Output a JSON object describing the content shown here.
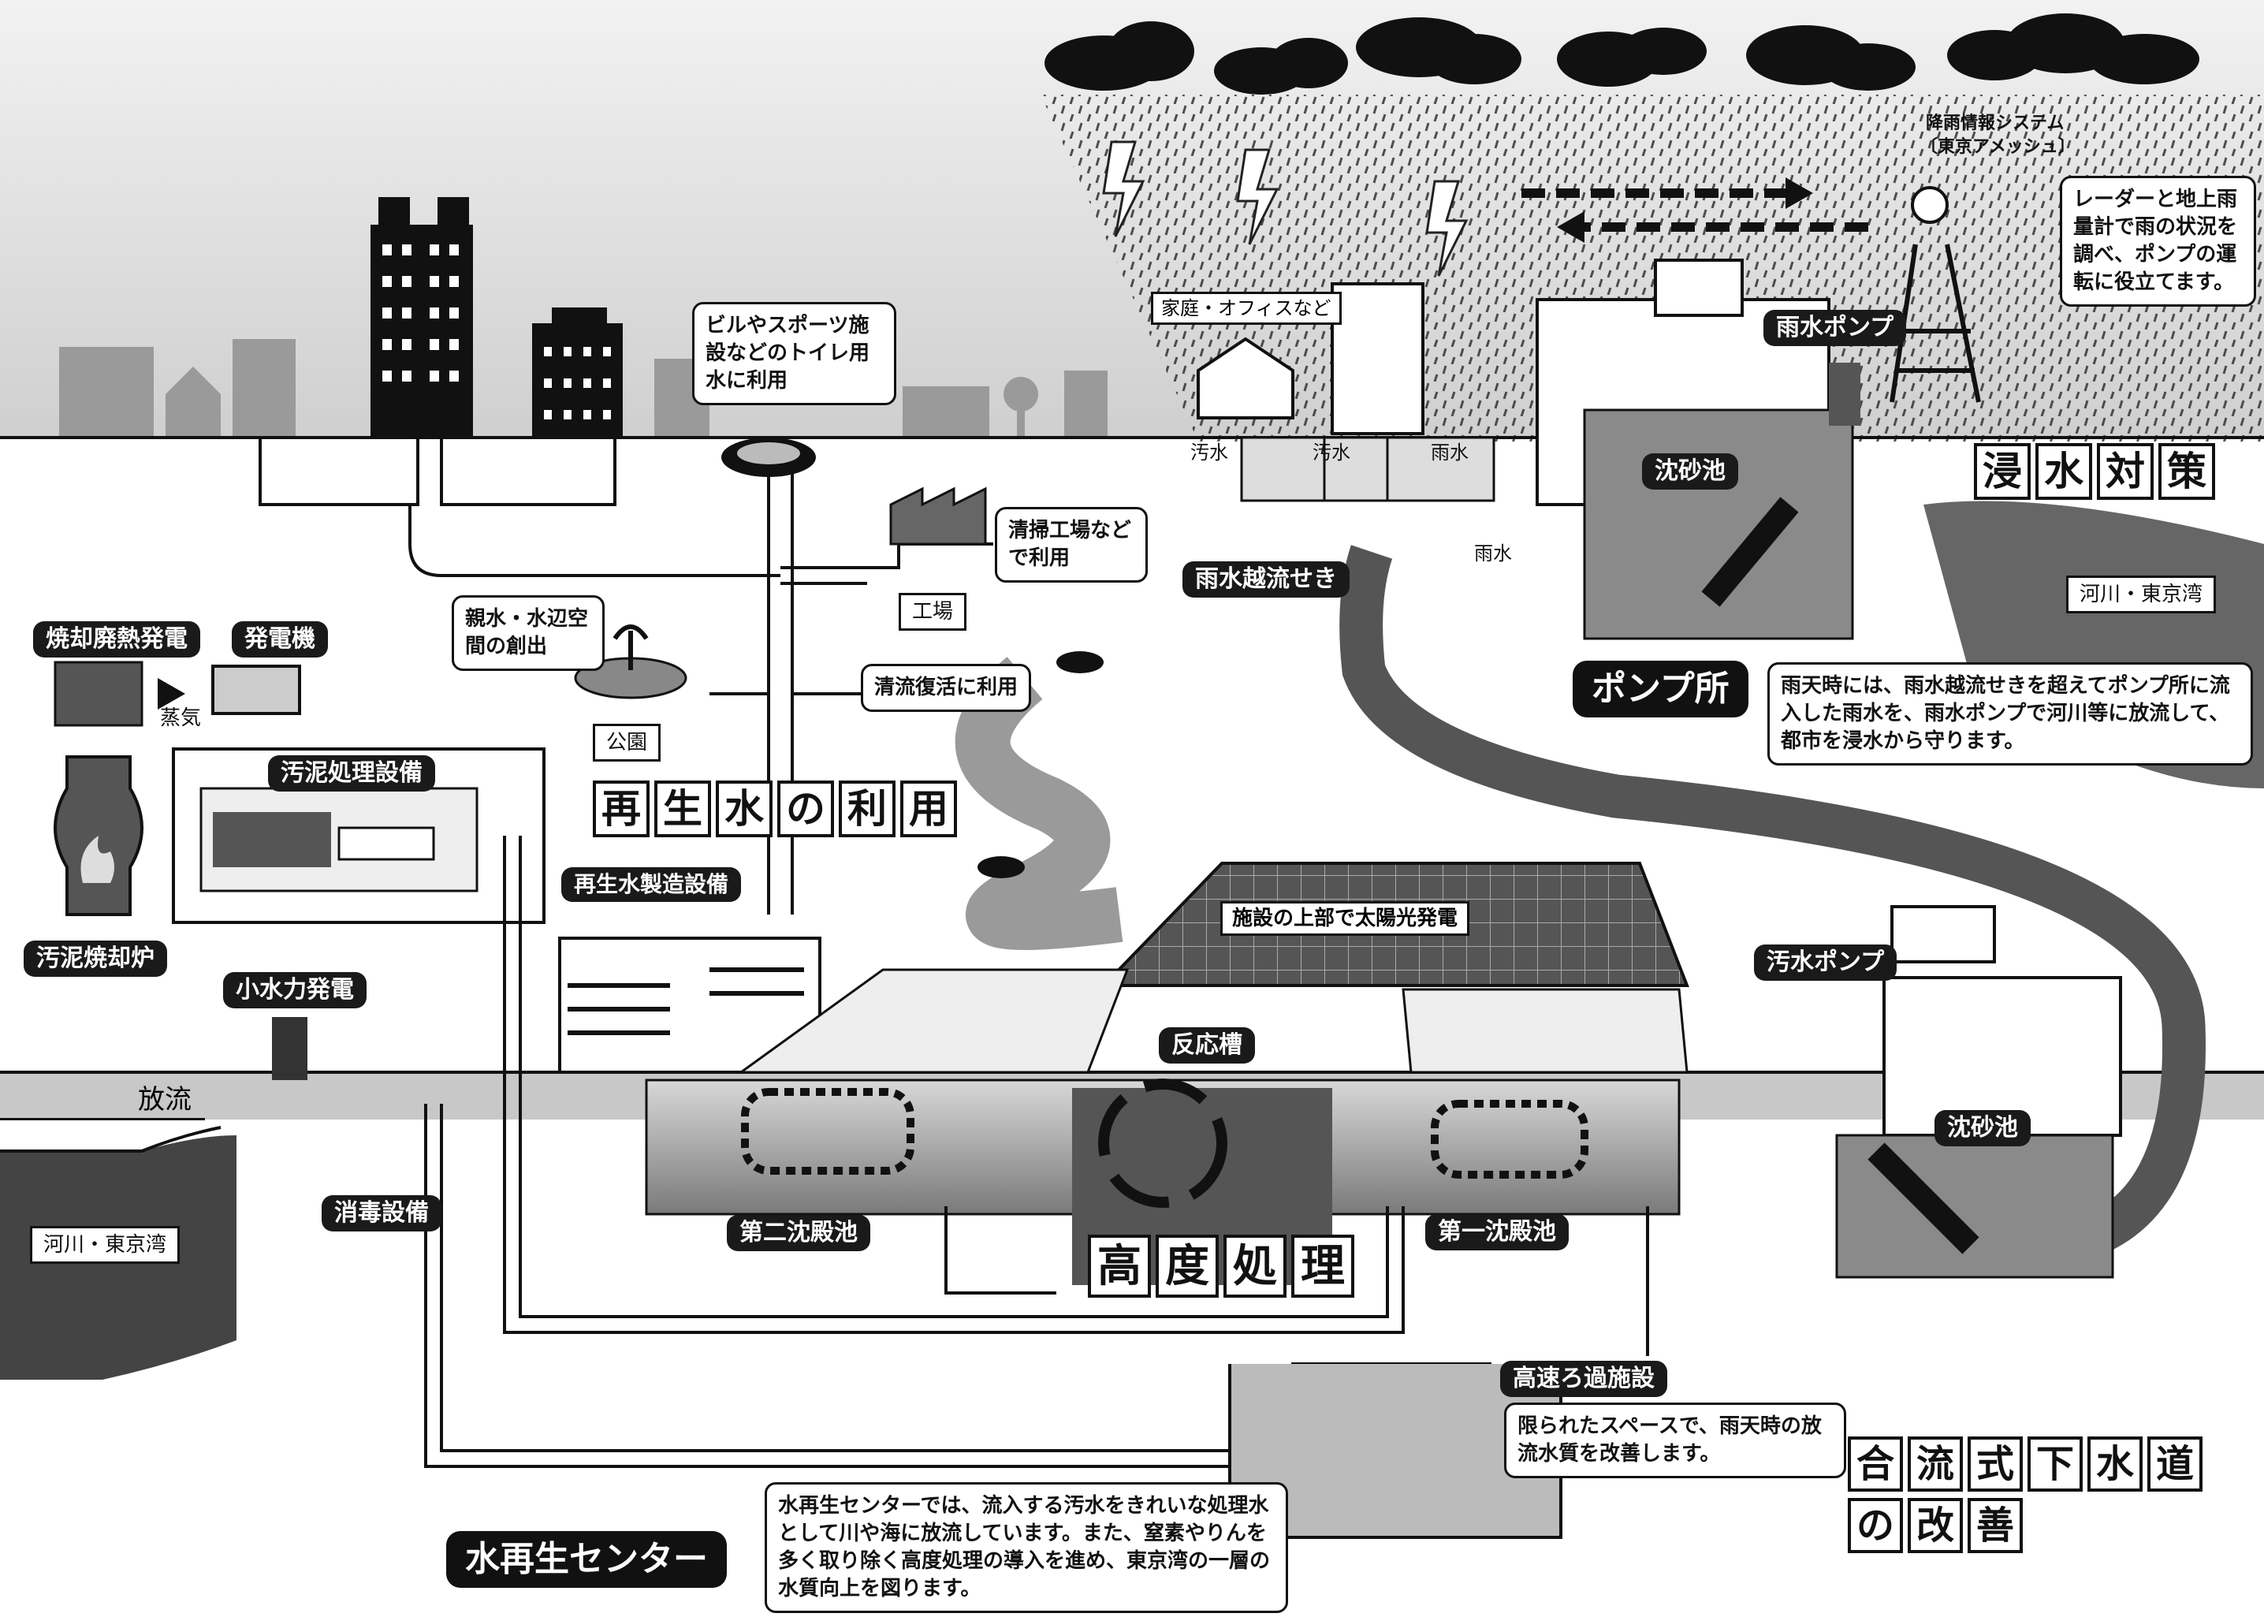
{
  "center": {
    "title": "水再生センター",
    "desc": "水再生センターでは、流入する汚水をきれいな処理水として川や海に放流しています。また、窒素やりんを多く取り除く高度処理の導入を進め、東京湾の一層の水質向上を図ります。"
  },
  "reuse": {
    "title_chars": [
      "再",
      "生",
      "水",
      "の",
      "利",
      "用"
    ],
    "toilet_note": "ビルやスポーツ施設などのトイレ用水に利用",
    "cleaning_note": "清掃工場などで利用",
    "factory": "工場",
    "waterside_note": "親水・水辺空間の創出",
    "park": "公園",
    "stream_note": "清流復活に利用",
    "plant": "再生水製造設備"
  },
  "energy": {
    "waste_heat": "焼却廃熱発電",
    "generator": "発電機",
    "steam": "蒸気",
    "sludge_facility": "汚泥処理設備",
    "incinerator": "汚泥焼却炉",
    "small_hydro": "小水力発電",
    "solar": "施設の上部で太陽光発電"
  },
  "treatment": {
    "discharge": "放流",
    "river_bay_left": "河川・東京湾",
    "disinfection": "消毒設備",
    "secondary": "第二沈殿池",
    "reactor": "反応槽",
    "advanced_chars": [
      "高",
      "度",
      "処",
      "理"
    ],
    "primary": "第一沈殿池",
    "high_speed_filter": "高速ろ過施設",
    "filter_note": "限られたスペースで、雨天時の放流水質を改善します。"
  },
  "flood": {
    "title_chars": [
      "浸",
      "水",
      "対",
      "策"
    ],
    "rain_system": "降雨情報システム",
    "amesh": "〔東京アメッシュ〕",
    "radar_note": "レーダーと地上雨量計で雨の状況を調べ、ポンプの運転に役立てます。",
    "home_office": "家庭・オフィスなど",
    "sewage1": "汚水",
    "sewage2": "汚水",
    "rain1": "雨水",
    "rain2": "雨水",
    "storm_pump": "雨水ポンプ",
    "grit1": "沈砂池",
    "overflow_weir": "雨水越流せき",
    "river_bay_right": "河川・東京湾",
    "pump_station": "ポンプ所",
    "pump_note": "雨天時には、雨水越流せきを超えてポンプ所に流入した雨水を、雨水ポンプで河川等に放流して、都市を浸水から守ります。",
    "sewage_pump": "汚水ポンプ",
    "grit2": "沈砂池"
  },
  "combined": {
    "title_row1": [
      "合",
      "流",
      "式",
      "下",
      "水",
      "道"
    ],
    "title_row2": [
      "の",
      "改",
      "善"
    ]
  },
  "colors": {
    "sky": "#dcdcdc",
    "ground": "#bdbdbd",
    "dark": "#1a1a1a",
    "pipe": "#6b6b6b",
    "water": "#8c8c8c"
  }
}
